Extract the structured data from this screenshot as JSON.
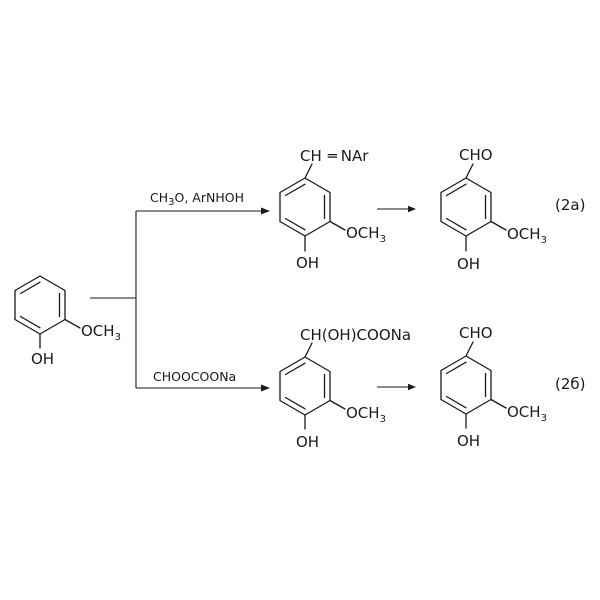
{
  "reactant": {
    "substituent": "OCH",
    "substituent_sub": "3",
    "hydroxyl": "OH"
  },
  "route_a": {
    "reagent_pre": "CH",
    "reagent_sub": "3",
    "reagent_post": "O, ArNHOH",
    "intermediate": {
      "top_group_left": "CH",
      "top_group_bond": "═",
      "top_group_right": "NAr",
      "methoxy": "OCH",
      "methoxy_sub": "3",
      "hydroxyl": "OH"
    },
    "product": {
      "top_group": "CHO",
      "methoxy": "OCH",
      "methoxy_sub": "3",
      "hydroxyl": "OH"
    },
    "label": "(2a)"
  },
  "route_b": {
    "reagent": "CHOOCOONa",
    "intermediate": {
      "top_group": "CH(OH)COONa",
      "methoxy": "OCH",
      "methoxy_sub": "3",
      "hydroxyl": "OH"
    },
    "product": {
      "top_group": "CHO",
      "methoxy": "OCH",
      "methoxy_sub": "3",
      "hydroxyl": "OH"
    },
    "label": "(2б)"
  }
}
